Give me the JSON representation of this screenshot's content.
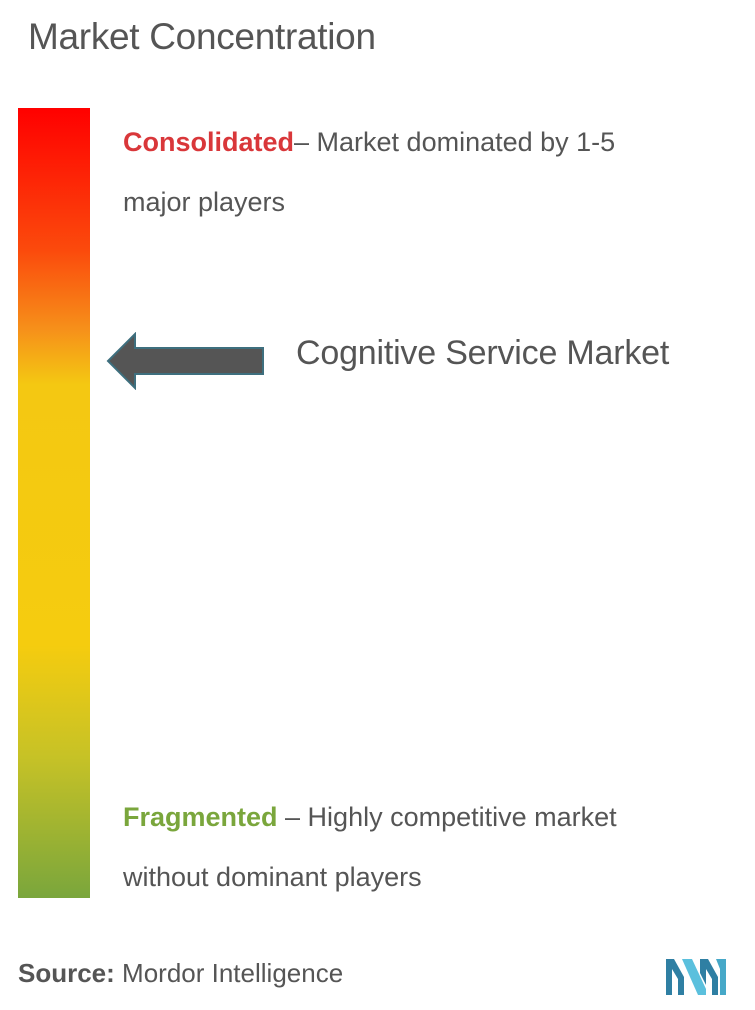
{
  "title": "Market Concentration",
  "scale": {
    "top": {
      "keyword": "Consolidated",
      "description_line1": "– Market dominated by 1-5",
      "description_line2": "major players"
    },
    "bottom": {
      "keyword": "Fragmented",
      "description_line1": " – Highly competitive market",
      "description_line2": "without dominant players"
    }
  },
  "indicator": {
    "label": "Cognitive Service Market"
  },
  "source": {
    "label": "Source:",
    "text": "Mordor Intelligence"
  },
  "colors": {
    "consolidated": "#d9373a",
    "fragmented": "#7aa63c",
    "arrow": "#555555",
    "logo": "#46a8c8"
  }
}
